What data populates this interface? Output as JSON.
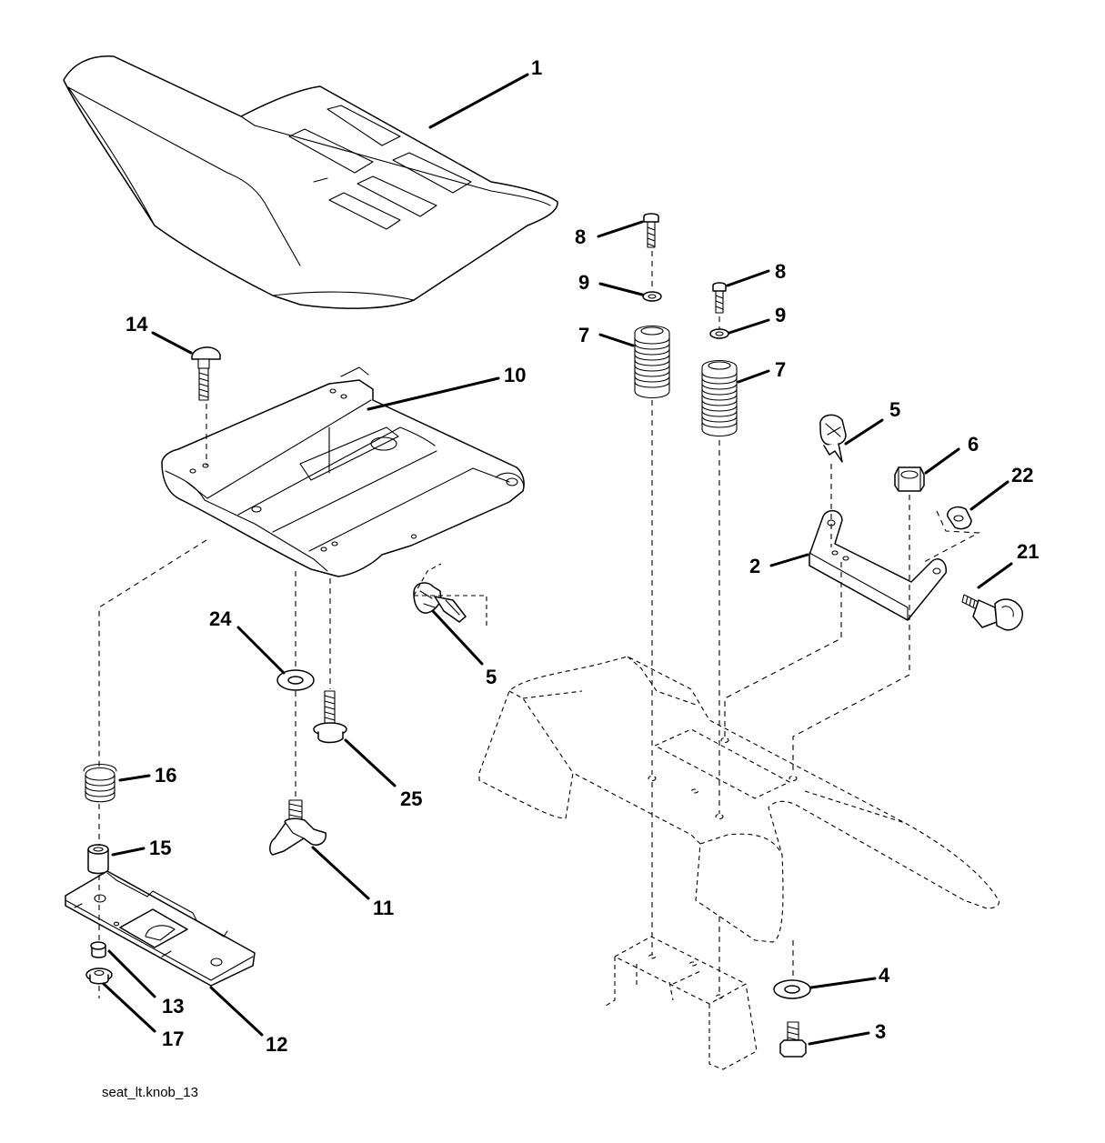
{
  "diagram": {
    "footer_label": "seat_lt.knob_13",
    "callouts": {
      "c1": "1",
      "c2": "2",
      "c3": "3",
      "c4": "4",
      "c5a": "5",
      "c5b": "5",
      "c6": "6",
      "c7a": "7",
      "c7b": "7",
      "c8a": "8",
      "c8b": "8",
      "c9a": "9",
      "c9b": "9",
      "c10": "10",
      "c11": "11",
      "c12": "12",
      "c13": "13",
      "c14": "14",
      "c15": "15",
      "c16": "16",
      "c17": "17",
      "c21": "21",
      "c22": "22",
      "c24": "24",
      "c25": "25"
    }
  }
}
